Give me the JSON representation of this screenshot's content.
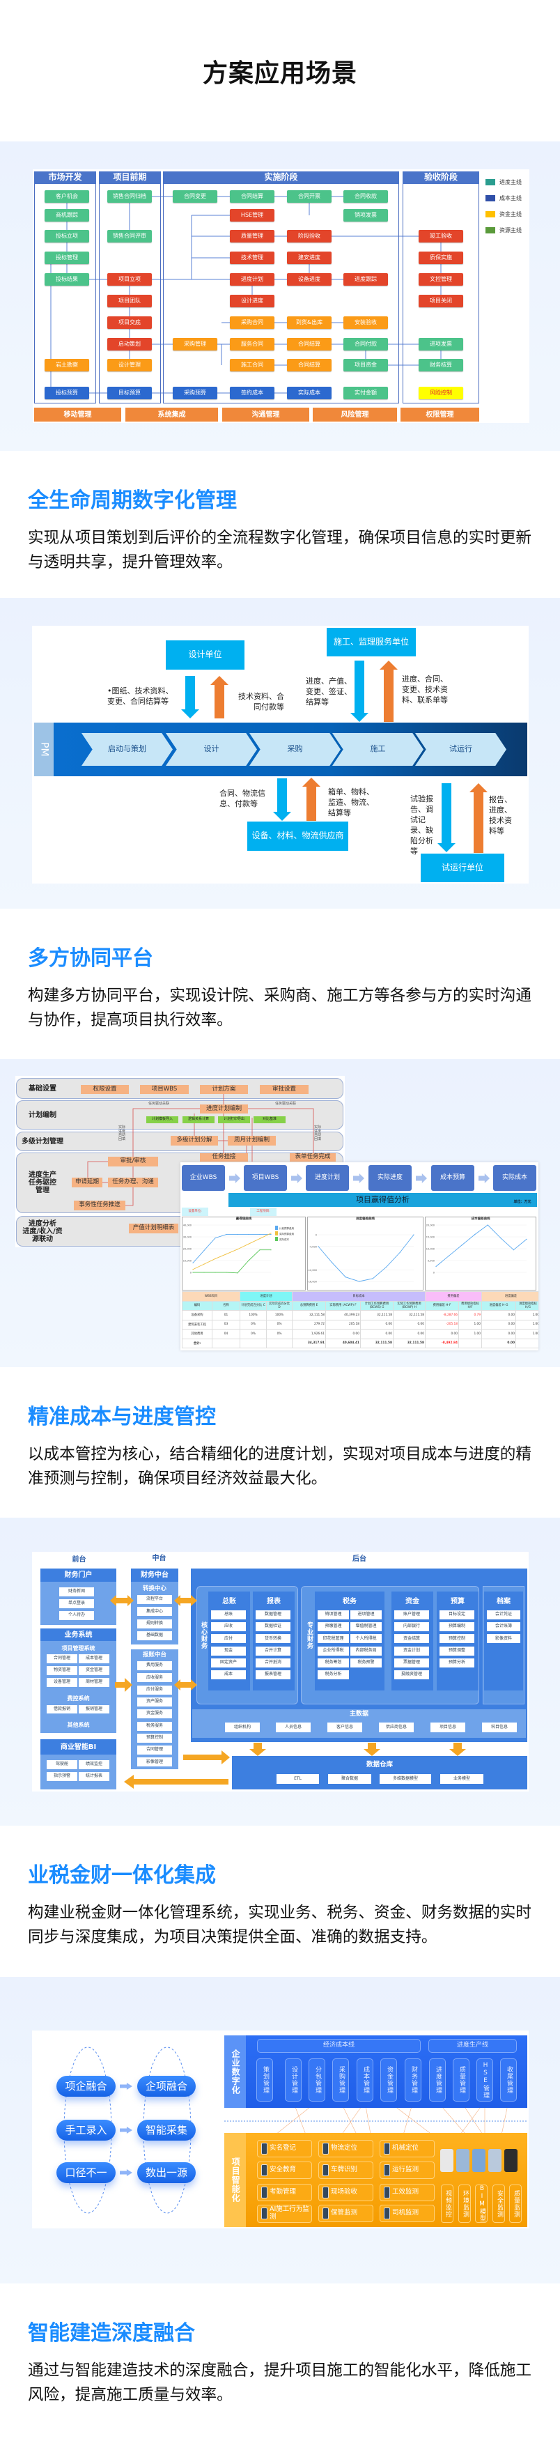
{
  "page": {
    "title": "方案应用场景"
  },
  "sections": [
    {
      "heading": "全生命周期数字化管理",
      "body": "实现从项目策划到后评价的全流程数字化管理，确保项目信息的实时更新与透明共享，提升管理效率。"
    },
    {
      "heading": "多方协同平台",
      "body": "构建多方协同平台，实现设计院、采购商、施工方等各参与方的实时沟通与协作，提高项目执行效率。"
    },
    {
      "heading": "精准成本与进度管控",
      "body": "以成本管控为核心，结合精细化的进度计划，实现对项目成本与进度的精准预测与控制，确保项目经济效益最大化。"
    },
    {
      "heading": "业税金财一体化集成",
      "body": "构建业税金财一体化管理系统，实现业务、税务、资金、财务数据的实时同步与深度集成，为项目决策提供全面、准确的数据支持。"
    },
    {
      "heading": "智能建造深度融合",
      "body": "通过与智能建造技术的深度融合，提升项目施工的智能化水平，降低施工风险，提高施工质量与效率。"
    }
  ],
  "lifecycle": {
    "phases": [
      "市场开发",
      "项目前期",
      "实施阶段",
      "验收阶段"
    ],
    "nodes": [
      {
        "label": "客户机会",
        "type": "g"
      },
      {
        "label": "商机跟踪",
        "type": "g"
      },
      {
        "label": "投标立项",
        "type": "g"
      },
      {
        "label": "投标管理",
        "type": "g"
      },
      {
        "label": "投标结果",
        "type": "g"
      },
      {
        "label": "岩土勘察",
        "type": "o"
      },
      {
        "label": "投标预算",
        "type": "b"
      },
      {
        "label": "销售合同归档",
        "type": "g"
      },
      {
        "label": "销售合同评审",
        "type": "g"
      },
      {
        "label": "项目立项",
        "type": "r"
      },
      {
        "label": "项目团队",
        "type": "r"
      },
      {
        "label": "项目交底",
        "type": "r"
      },
      {
        "label": "启动策划",
        "type": "r"
      },
      {
        "label": "设计管理",
        "type": "o"
      },
      {
        "label": "目标预算",
        "type": "b"
      },
      {
        "label": "合同变更",
        "type": "g"
      },
      {
        "label": "采购管理",
        "type": "o"
      },
      {
        "label": "采购预算",
        "type": "b"
      },
      {
        "label": "合同结算",
        "type": "g"
      },
      {
        "label": "HSE管理",
        "type": "r"
      },
      {
        "label": "质量管理",
        "type": "r"
      },
      {
        "label": "技术管理",
        "type": "r"
      },
      {
        "label": "进度计划",
        "type": "r"
      },
      {
        "label": "设计进度",
        "type": "r"
      },
      {
        "label": "采购合同",
        "type": "o"
      },
      {
        "label": "服务合同",
        "type": "o"
      },
      {
        "label": "施工合同",
        "type": "o"
      },
      {
        "label": "签约成本",
        "type": "b"
      },
      {
        "label": "合同开票",
        "type": "g"
      },
      {
        "label": "阶段验收",
        "type": "r"
      },
      {
        "label": "建安进度",
        "type": "r"
      },
      {
        "label": "设备进度",
        "type": "r"
      },
      {
        "label": "到货&出库",
        "type": "o"
      },
      {
        "label": "合同结算",
        "type": "o"
      },
      {
        "label": "合同结算",
        "type": "o"
      },
      {
        "label": "实际成本",
        "type": "b"
      },
      {
        "label": "合同收款",
        "type": "g"
      },
      {
        "label": "销项发票",
        "type": "g"
      },
      {
        "label": "进度跟踪",
        "type": "r"
      },
      {
        "label": "安装验收",
        "type": "o"
      },
      {
        "label": "合同付款",
        "type": "g"
      },
      {
        "label": "项目资金",
        "type": "g"
      },
      {
        "label": "实付金额",
        "type": "g"
      },
      {
        "label": "竣工验收",
        "type": "r"
      },
      {
        "label": "质保实施",
        "type": "r"
      },
      {
        "label": "文控管理",
        "type": "r"
      },
      {
        "label": "项目关闭",
        "type": "r"
      },
      {
        "label": "进项发票",
        "type": "g"
      },
      {
        "label": "财务核算",
        "type": "g"
      },
      {
        "label": "风险控制",
        "type": "y"
      }
    ],
    "legend": [
      {
        "label": "进度主线",
        "color": "#2a9d8f"
      },
      {
        "label": "成本主线",
        "color": "#2f4fa8"
      },
      {
        "label": "资金主线",
        "color": "#ffc000"
      },
      {
        "label": "资源主线",
        "color": "#5a9a3a"
      }
    ],
    "footer": [
      "移动管理",
      "系统集成",
      "沟通管理",
      "风险管理",
      "权限管理"
    ]
  },
  "collab": {
    "pm_label": "PM",
    "stages": [
      "启动与策划",
      "设计",
      "采购",
      "施工",
      "试运行"
    ],
    "parties": {
      "design": "设计单位",
      "construction": "施工、监理服务单位",
      "supplier": "设备、材料、物流供应商",
      "trial": "试运行单位"
    },
    "flows": {
      "to_design": "•图纸、技术资料、变更、合同结算等",
      "from_design": "技术资料、合同付款等",
      "to_construction": "进度、产值、变更、签证、结算等",
      "from_construction": "进度、合同、变更、技术资料、联系单等",
      "to_supplier": "合同、物流信息、付款等",
      "from_supplier": "箱单、物料、监造、物流、结算等",
      "to_trial": "试验报告、调试记录、缺陷分析等",
      "from_trial": "报告、进度、技术资料等"
    }
  },
  "cost": {
    "rows": [
      "基础设置",
      "计划编制",
      "多级计划管理",
      "进度生产\n任务驱控\n管理",
      "进度分析\n进度/收入/资\n源联动"
    ],
    "boxes": [
      "权限设置",
      "项目WBS",
      "计划方案",
      "审批设置",
      "进度计划编制",
      "多级计划分解",
      "周月计划编制",
      "审批/审核",
      "申请延期",
      "任务办理、沟通",
      "事务性任务推送",
      "任务挂接",
      "表单任务完成",
      "产值计划明细表"
    ],
    "tools": [
      "计划模板导入",
      "逻辑关系计算",
      "计划打印导出",
      "对比基准"
    ],
    "link_label": "任务驱动关联",
    "backfill_label": "实际进度自动回填",
    "wbs_flow": [
      "企业WBS",
      "项目WBS",
      "进度计划",
      "实际进度",
      "成本预算",
      "实际成本"
    ],
    "ev_title": "项目赢得值分析",
    "unit": "单位：万元",
    "filter_unit": "设置单位:",
    "filter_project": "工程项目:",
    "table": {
      "groups": [
        {
          "label": "WBS科目",
          "span": 2
        },
        {
          "label": "进度计划",
          "span": 2
        },
        {
          "label": "目标成本",
          "span": 4
        },
        {
          "label": "费用偏差",
          "span": 2
        },
        {
          "label": "进度偏差",
          "span": 2
        }
      ],
      "columns": [
        "编码",
        "名称",
        "计划完成百分比 C",
        "实际完成百分比 D",
        "总预算费用 E",
        "实际费用 (ACWP) F",
        "计划工作预算费用 (BCWS) G",
        "实际工作预算费用 (BCWP) H",
        "费用偏差 H-F",
        "费用绩效指标 H/F",
        "进度偏差 H-G",
        "进度绩效指标 H/G"
      ],
      "rows": [
        [
          "设备采购",
          "01",
          "100%",
          "100%",
          "32,111.58",
          "40,399.23",
          "32,111.58",
          "32,111.58",
          "-8,287.66",
          "0.79",
          "0.00",
          "1.00"
        ],
        [
          "建筑安装工程",
          "03",
          "0%",
          "0%",
          "279.72",
          "205.18",
          "0.00",
          "0.00",
          "-205.18",
          "1.00",
          "0.00",
          "1.00"
        ],
        [
          "其他费用",
          "04",
          "0%",
          "0%",
          "1,926.61",
          "0.00",
          "0.00",
          "0.00",
          "0.00",
          "1.00",
          "0.00",
          "1.00"
        ]
      ],
      "total": [
        "合计:",
        "",
        "",
        "",
        "34,317.91",
        "40,604.41",
        "32,111.58",
        "32,111.58",
        "-8,492.84",
        "",
        "0.00",
        ""
      ]
    }
  },
  "chart_data": [
    {
      "type": "line",
      "title": "赢得值曲线",
      "ylim": [
        0,
        40000
      ],
      "yticks": [
        "0",
        "10,000",
        "20,000",
        "30,000",
        "40,000"
      ],
      "ytick_values": [
        0,
        10000,
        20000,
        30000,
        40000
      ],
      "series": [
        {
          "name": "计划预算费用",
          "color": "#5aa9f0",
          "values": [
            8000,
            18500,
            29000,
            32000,
            32000,
            32000,
            32000,
            32000
          ]
        },
        {
          "name": "实际预算费用",
          "color": "#f0c040",
          "values": [
            2500,
            7000,
            11500,
            15500,
            19500,
            24000,
            28500,
            33000
          ]
        },
        {
          "name": "实际成本",
          "color": "#5cc85c",
          "values": [
            0,
            0,
            0,
            0,
            -500,
            10000,
            19000,
            19000
          ]
        }
      ]
    },
    {
      "type": "line",
      "title": "进度偏差曲线",
      "ylim": [
        -16000,
        0
      ],
      "yticks": [
        "0",
        "-4,000",
        "-12,000",
        "-16,000"
      ],
      "ytick_values": [
        0,
        -4000,
        -12000,
        -16000
      ],
      "series": [
        {
          "name": "进度偏差",
          "color": "#5aa9f0",
          "values": [
            -4000,
            -9500,
            -14500,
            -16000,
            -15000,
            -11000,
            -6000,
            0
          ]
        }
      ]
    },
    {
      "type": "line",
      "title": "成本偏差曲线",
      "ylim": [
        0,
        20000
      ],
      "yticks": [
        "0",
        "5,000",
        "10,000",
        "15,000",
        "20,000"
      ],
      "ytick_values": [
        0,
        5000,
        10000,
        15000,
        20000
      ],
      "series": [
        {
          "name": "成本偏差",
          "color": "#5aa9f0",
          "values": [
            2500,
            7000,
            11500,
            16000,
            20000,
            14500,
            9500,
            14000
          ]
        }
      ]
    }
  ],
  "finance": {
    "front": "前台",
    "middle": "中台",
    "back": "后台",
    "portal": {
      "title": "财务门户",
      "items": [
        "财务新闻",
        "单点登录",
        "个人待办"
      ]
    },
    "business": {
      "title": "业务系统",
      "pm_title": "项目管理系统",
      "pm_items": [
        "合同管理",
        "成本管理",
        "物资管理",
        "资金管理",
        "设备管理",
        "周材管理"
      ],
      "fee_title": "费控系统",
      "fee_items": [
        "借款报销",
        "报销管理"
      ],
      "other": "其他系统"
    },
    "bi": {
      "title": "商业智能BI",
      "items": [
        "驾驶舱",
        "绩效监控",
        "指示预警",
        "统计报表"
      ]
    },
    "fin_mid": {
      "title": "财务中台",
      "conv_title": "转换中心",
      "conv_items": [
        "流程平台",
        "集成中心",
        "规则转换",
        "基础数据"
      ]
    },
    "reim": {
      "title": "报账中台",
      "items": [
        "费用服务",
        "应收服务",
        "应付服务",
        "资产服务",
        "资金服务",
        "税务服务",
        "预算控制",
        "合同管理",
        "影像管理"
      ]
    },
    "core": {
      "label": "核心财务",
      "gl": {
        "title": "总账",
        "items": [
          "总账",
          "应收",
          "应付",
          "现金",
          "固定资产",
          "成本"
        ]
      },
      "report": {
        "title": "报表",
        "items": [
          "数据管理",
          "数据验证",
          "货币转换",
          "合并计算",
          "合并抵消",
          "报表管理"
        ]
      }
    },
    "pro": {
      "label": "专业财务",
      "tax": {
        "title": "税务",
        "items": [
          "销项管理",
          "进项管理",
          "预缴管理",
          "增值税管理",
          "印花税管理",
          "个人所得税",
          "企业所得税",
          "内部税务局",
          "税务筹划",
          "税务预警",
          "税务分析"
        ]
      },
      "fund": {
        "title": "资金",
        "items": [
          "账户管理",
          "内部银行",
          "资金结算",
          "资金计划",
          "票据管理",
          "投融资管理"
        ]
      },
      "budget": {
        "title": "预算",
        "items": [
          "目标设定",
          "预算编制",
          "预算控制",
          "预算调整",
          "预算分析"
        ]
      }
    },
    "archive": {
      "title": "档案",
      "items": [
        "会计凭证",
        "会计账簿",
        "影像资料"
      ]
    },
    "master": {
      "title": "主数据",
      "items": [
        "组织机构",
        "人员信息",
        "客户信息",
        "供应商信息",
        "项目信息",
        "科目信息"
      ]
    },
    "dw": {
      "title": "数据仓库",
      "items": [
        "ETL",
        "聚合数据",
        "多维数据模型",
        "业务模型"
      ]
    }
  },
  "smart": {
    "pairs": [
      [
        "项企融合",
        "企项融合"
      ],
      [
        "手工录入",
        "智能采集"
      ],
      [
        "口径不一",
        "数出一源"
      ]
    ],
    "top_label": "企业数字化",
    "lines": [
      "经济成本线",
      "进度生产线"
    ],
    "modules": [
      "策划管理",
      "设计管理",
      "分包管理",
      "采购管理",
      "成本管理",
      "资金管理",
      "财务管理",
      "进度管理",
      "质量管理",
      "HSE管理",
      "收尾管理"
    ],
    "bottom_label": "项目智能化",
    "cells": [
      "实名登记",
      "物流定位",
      "机械定位",
      "安全教育",
      "车牌识别",
      "运行监测",
      "考勤管理",
      "现场验收",
      "工效监测",
      "AI施工行为监测",
      "保管监测",
      "司机监测"
    ],
    "monitors": [
      "视频监控",
      "环境监测",
      "BIM模型",
      "安全监测",
      "质量监测"
    ]
  }
}
